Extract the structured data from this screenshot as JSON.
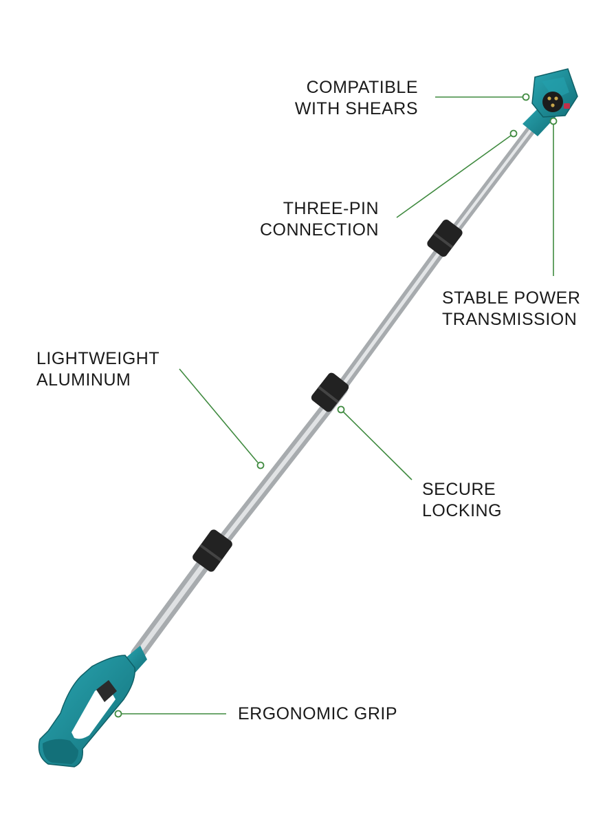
{
  "colors": {
    "leader_line": "#3f8a3f",
    "housing": "#1a8e9a",
    "housing_dark": "#137079",
    "tube": "#c9ccce",
    "tube_dark": "#9ea2a5",
    "clamp": "#1e1e1e",
    "text": "#1a1a1a"
  },
  "labels": {
    "shears": [
      "COMPATIBLE",
      "WITH SHEARS"
    ],
    "three_pin": [
      "THREE-PIN",
      "CONNECTION"
    ],
    "power": [
      "STABLE POWER",
      "TRANSMISSION"
    ],
    "aluminum": [
      "LIGHTWEIGHT",
      "ALUMINUM"
    ],
    "locking": [
      "SECURE",
      "LOCKING"
    ],
    "grip": [
      "ERGONOMIC GRIP"
    ]
  }
}
